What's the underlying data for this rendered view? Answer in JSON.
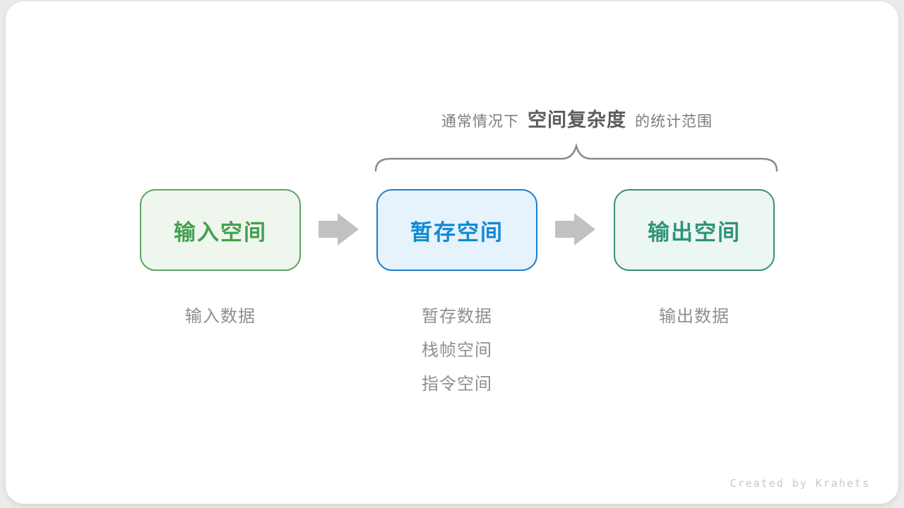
{
  "canvas": {
    "page_bg": "#ebebeb",
    "card_bg": "#ffffff"
  },
  "caption": {
    "prefix": "通常情况下",
    "highlight": "空间复杂度",
    "suffix": "的统计范围"
  },
  "brace": {
    "color": "#8a8a8a"
  },
  "boxes": [
    {
      "label": "输入空间",
      "border": "#5ca361",
      "fill": "#eef6ed",
      "text_color": "#44a04f",
      "notes": [
        "输入数据"
      ]
    },
    {
      "label": "暂存空间",
      "border": "#1d7ecb",
      "fill": "#e6f2fc",
      "text_color": "#1289d4",
      "notes": [
        "暂存数据",
        "栈帧空间",
        "指令空间"
      ]
    },
    {
      "label": "输出空间",
      "border": "#3a8d7d",
      "fill": "#ecf6f2",
      "text_color": "#2d9478",
      "notes": [
        "输出数据"
      ]
    }
  ],
  "arrow": {
    "color": "#c1c1c1"
  },
  "credit": "Created by Krahets"
}
